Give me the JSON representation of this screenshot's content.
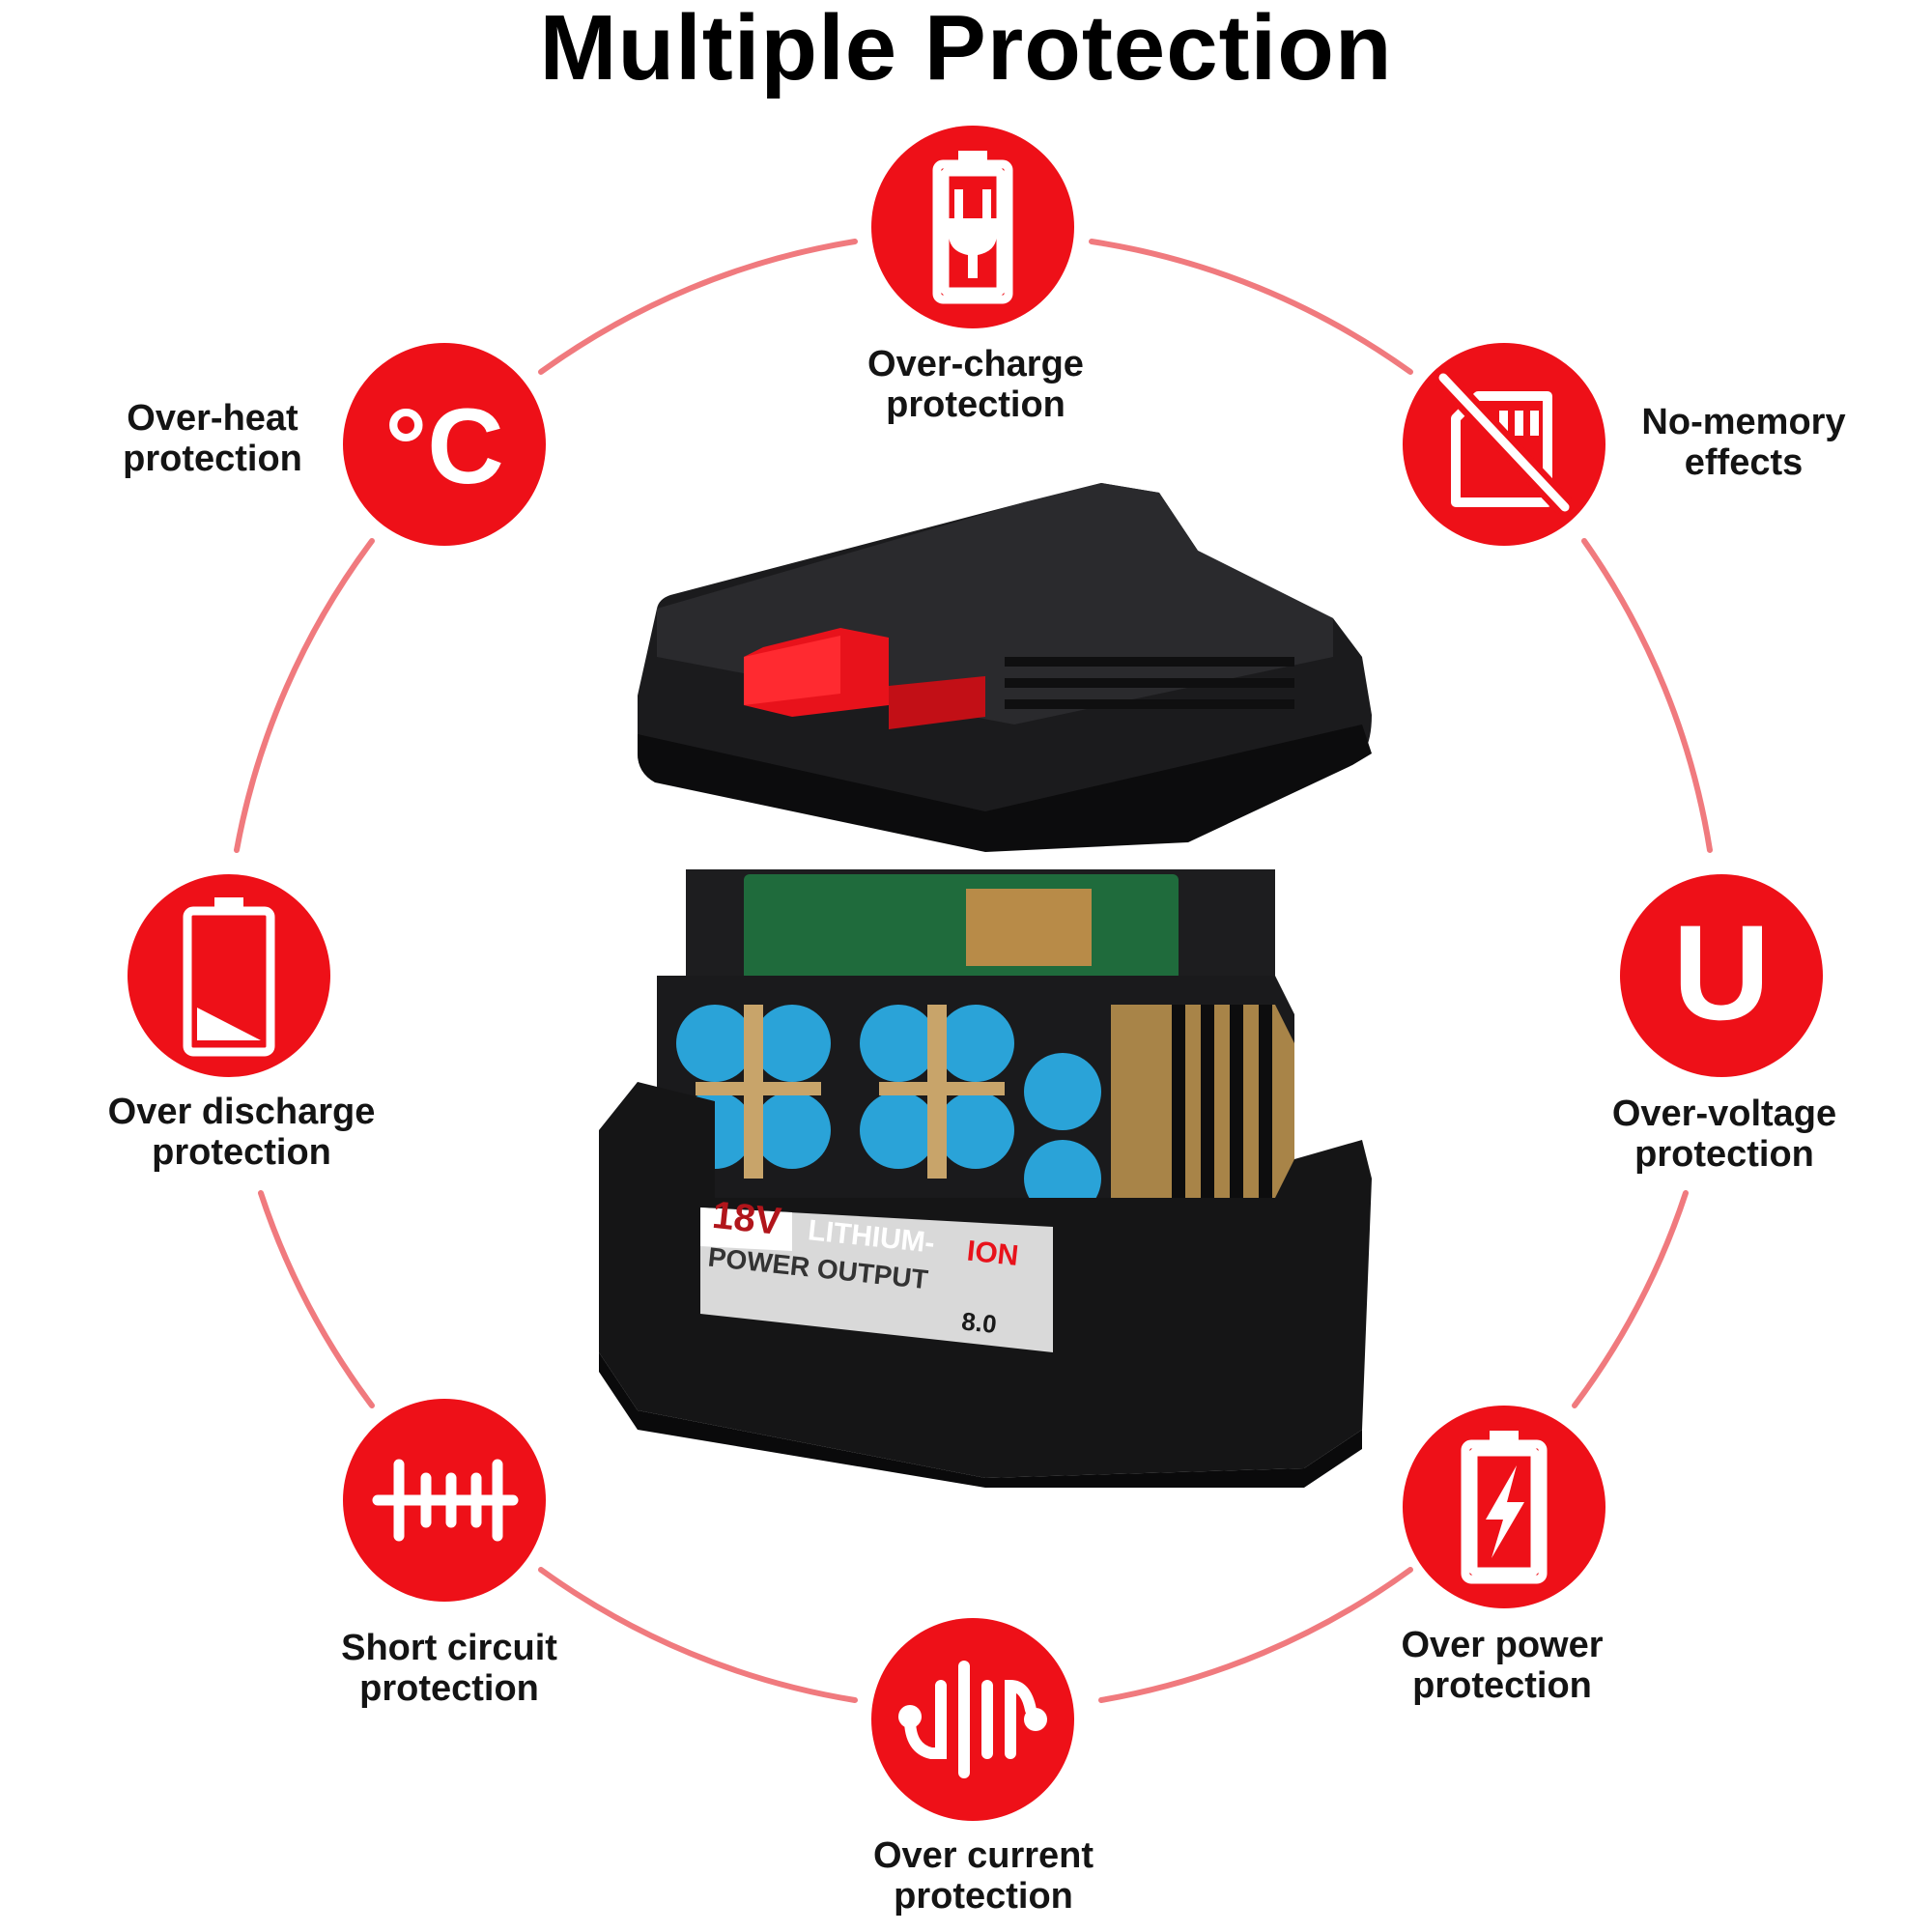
{
  "title": "Multiple Protection",
  "accent_color": "#ee1018",
  "ring_color": "#f07a7e",
  "features": [
    {
      "icon": "battery-plug-icon",
      "line1": "Over-charge",
      "line2": "protection"
    },
    {
      "icon": "no-memory-card-icon",
      "line1": "No-memory",
      "line2": "effects"
    },
    {
      "icon": "voltage-u-icon",
      "line1": "Over-voltage",
      "line2": "protection"
    },
    {
      "icon": "battery-lightning-icon",
      "line1": "Over power",
      "line2": "protection"
    },
    {
      "icon": "current-wave-icon",
      "line1": "Over current",
      "line2": "protection"
    },
    {
      "icon": "short-circuit-icon",
      "line1": "Short circuit",
      "line2": "protection"
    },
    {
      "icon": "battery-low-icon",
      "line1": "Over discharge",
      "line2": "protection"
    },
    {
      "icon": "celsius-icon",
      "line1": "Over-heat",
      "line2": "protection"
    }
  ],
  "battery": {
    "voltage": "18V",
    "chem_a": "LITHIUM-",
    "chem_b": "ION",
    "output": "POWER OUTPUT",
    "capacity": "8.0"
  },
  "icon_text": {
    "celsius": "°C",
    "volt": "U"
  }
}
